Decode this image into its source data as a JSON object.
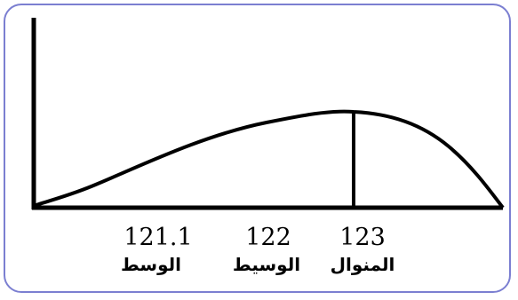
{
  "frame_color": "#7b7fd1",
  "curve_color": "#000000",
  "labels": {
    "mean_value": "121.1",
    "median_value": "122",
    "mode_value": "123",
    "mean_name": "الوسط",
    "median_name": "الوسيط",
    "mode_name": "المنوال"
  }
}
